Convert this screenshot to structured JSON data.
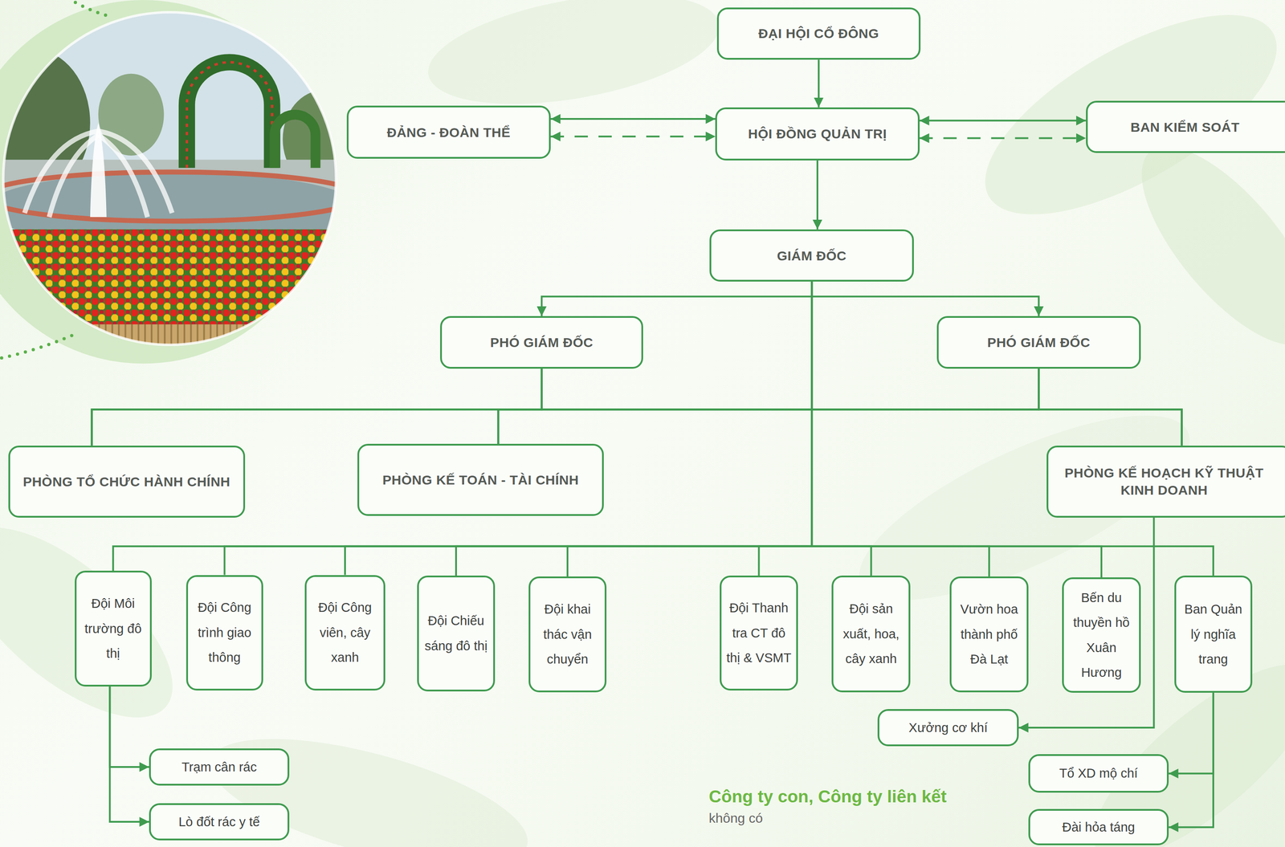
{
  "diagram": {
    "nodes": [
      {
        "text": [
          "ĐẠI HỘI CỔ ĐÔNG"
        ]
      },
      {
        "text": [
          "ĐẢNG - ĐOÀN THỂ"
        ]
      },
      {
        "text": [
          "HỘI ĐỒNG QUẢN TRỊ"
        ]
      },
      {
        "text": [
          "BAN KIỂM SOÁT"
        ]
      },
      {
        "text": [
          "GIÁM ĐỐC"
        ]
      },
      {
        "text": [
          "PHÓ GIÁM ĐỐC"
        ]
      },
      {
        "text": [
          "PHÓ GIÁM ĐỐC"
        ]
      },
      {
        "text": [
          "PHÒNG TỔ CHỨC HÀNH CHÍNH"
        ]
      },
      {
        "text": [
          "PHÒNG KẾ TOÁN - TÀI CHÍNH"
        ]
      },
      {
        "text": [
          "PHÒNG KẾ HOẠCH KỸ THUẬT KINH DOANH"
        ]
      },
      {
        "text": [
          "Đội Môi trường đô thị"
        ]
      },
      {
        "text": [
          "Đội Công trình giao thông"
        ]
      },
      {
        "text": [
          "Đội Công viên, cây xanh"
        ]
      },
      {
        "text": [
          "Đội Chiếu sáng đô thị"
        ]
      },
      {
        "text": [
          "Đội khai thác vận chuyển"
        ]
      },
      {
        "text": [
          "Đội Thanh tra CT đô thị & VSMT"
        ]
      },
      {
        "text": [
          "Đội sản xuất, hoa, cây xanh"
        ]
      },
      {
        "text": [
          "Vườn hoa thành phố Đà Lạt"
        ]
      },
      {
        "text": [
          "Bến du thuyền hồ Xuân Hương"
        ]
      },
      {
        "text": [
          "Ban Quản lý nghĩa trang"
        ]
      },
      {
        "text": [
          "Xưởng cơ khí"
        ]
      },
      {
        "text": [
          "Trạm cân rác"
        ]
      },
      {
        "text": [
          "Lò đốt rác y tế"
        ]
      },
      {
        "text": [
          "Tổ XD mộ chí"
        ]
      },
      {
        "text": [
          "Đài hỏa táng"
        ]
      }
    ],
    "edges": [
      {
        "from": 0,
        "to": 2,
        "arrow": "to"
      },
      {
        "from": 1,
        "to": 2,
        "arrow": "both"
      },
      {
        "from": 1,
        "to": 2,
        "arrow": "both"
      },
      {
        "from": 2,
        "to": 3,
        "arrow": "both"
      },
      {
        "from": 2,
        "to": 3,
        "arrow": "both"
      },
      {
        "from": 2,
        "to": 4,
        "arrow": "to"
      },
      {
        "from": 4,
        "to": 5,
        "arrow": "to"
      },
      {
        "from": 4,
        "to": 6,
        "arrow": "to"
      },
      {
        "from": 5,
        "to": 7,
        "arrow": "none"
      },
      {
        "from": 5,
        "to": 8,
        "arrow": "none"
      },
      {
        "from": 5,
        "to": 9,
        "arrow": "none"
      },
      {
        "from": 6,
        "to": 7,
        "arrow": "none"
      },
      {
        "from": 6,
        "to": 8,
        "arrow": "none"
      },
      {
        "from": 6,
        "to": 9,
        "arrow": "none"
      },
      {
        "from": 4,
        "to": 7,
        "arrow": "none"
      },
      {
        "from": 4,
        "to": 8,
        "arrow": "none"
      },
      {
        "from": 4,
        "to": 9,
        "arrow": "none"
      },
      {
        "from": 4,
        "to": 10,
        "arrow": "none"
      },
      {
        "from": 4,
        "to": 11,
        "arrow": "none"
      },
      {
        "from": 4,
        "to": 12,
        "arrow": "none"
      },
      {
        "from": 4,
        "to": 13,
        "arrow": "none"
      },
      {
        "from": 4,
        "to": 14,
        "arrow": "none"
      },
      {
        "from": 4,
        "to": 15,
        "arrow": "none"
      },
      {
        "from": 4,
        "to": 16,
        "arrow": "none"
      },
      {
        "from": 4,
        "to": 17,
        "arrow": "none"
      },
      {
        "from": 4,
        "to": 18,
        "arrow": "none"
      },
      {
        "from": 4,
        "to": 19,
        "arrow": "none"
      },
      {
        "from": 10,
        "to": 21,
        "arrow": "to"
      },
      {
        "from": 10,
        "to": 22,
        "arrow": "to"
      },
      {
        "from": 9,
        "to": 20,
        "arrow": "to"
      },
      {
        "from": 19,
        "to": 23,
        "arrow": "to"
      },
      {
        "from": 19,
        "to": 24,
        "arrow": "to"
      }
    ],
    "labels": [
      "Công ty con, Công ty liên kết",
      "không có"
    ]
  }
}
